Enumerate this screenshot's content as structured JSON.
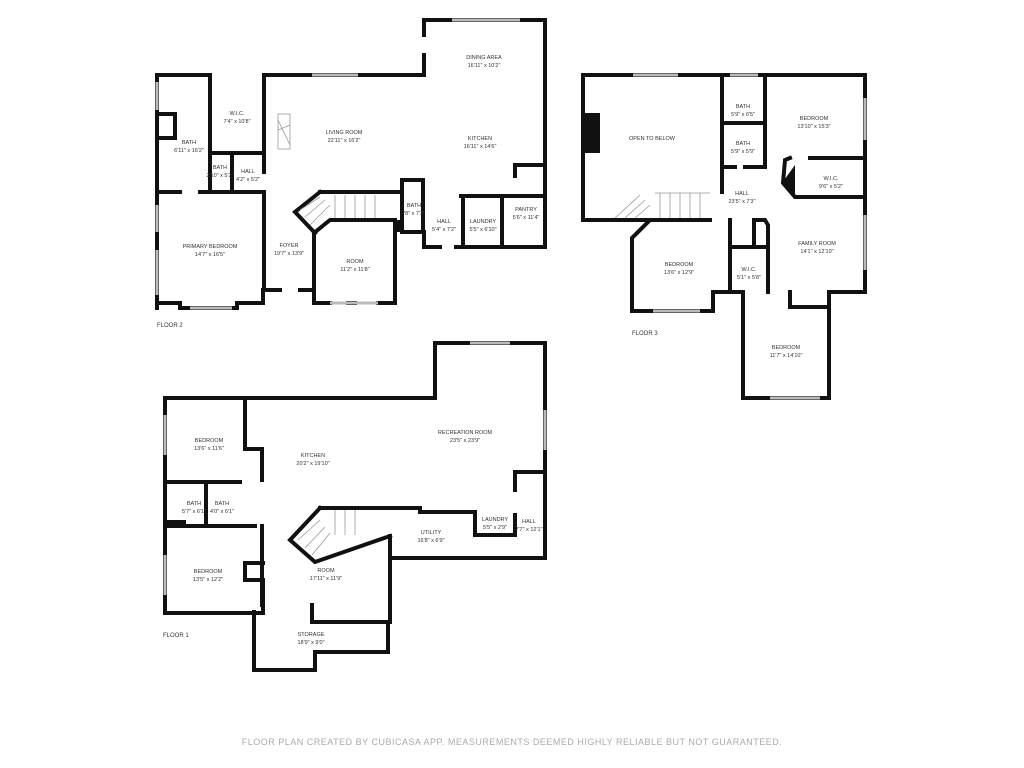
{
  "floors": {
    "floor2": {
      "label": "FLOOR 2",
      "rooms": [
        {
          "name": "DINING AREA",
          "dims": "16'11\" x 10'2\""
        },
        {
          "name": "W.I.C.",
          "dims": "7'4\" x 10'8\""
        },
        {
          "name": "LIVING ROOM",
          "dims": "22'11\" x 16'2\""
        },
        {
          "name": "KITCHEN",
          "dims": "16'11\" x 14'6\""
        },
        {
          "name": "BATH",
          "dims": "6'11\" x 16'2\""
        },
        {
          "name": "BATH",
          "dims": "2'10\" x 5'2\""
        },
        {
          "name": "HALL",
          "dims": "4'2\" x 5'2\""
        },
        {
          "name": "BATH",
          "dims": "*8\" x 7'3\""
        },
        {
          "name": "HALL",
          "dims": "5'4\" x 7'2\""
        },
        {
          "name": "LAUNDRY",
          "dims": "5'5\" x 6'10\""
        },
        {
          "name": "PANTRY",
          "dims": "5'6\" x 11'4\""
        },
        {
          "name": "PRIMARY BEDROOM",
          "dims": "14'7\" x 16'5\""
        },
        {
          "name": "FOYER",
          "dims": "19'7\" x 13'9\""
        },
        {
          "name": "ROOM",
          "dims": "11'2\" x 11'8\""
        }
      ]
    },
    "floor3": {
      "label": "FLOOR 3",
      "rooms": [
        {
          "name": "OPEN TO BELOW",
          "dims": ""
        },
        {
          "name": "BATH",
          "dims": "5'9\" x 6'5\""
        },
        {
          "name": "BATH",
          "dims": "5'9\" x 5'9\""
        },
        {
          "name": "BEDROOM",
          "dims": "13'10\" x 15'3\""
        },
        {
          "name": "W.I.C.",
          "dims": "9'6\" x 5'2\""
        },
        {
          "name": "HALL",
          "dims": "23'5\" x 7'3\""
        },
        {
          "name": "FAMILY ROOM",
          "dims": "14'1\" x 12'10\""
        },
        {
          "name": "BEDROOM",
          "dims": "13'6\" x 12'9\""
        },
        {
          "name": "W.I.C.",
          "dims": "5'1\" x 5'8\""
        },
        {
          "name": "BEDROOM",
          "dims": "11'7\" x 14'10\""
        }
      ]
    },
    "floor1": {
      "label": "FLOOR 1",
      "rooms": [
        {
          "name": "RECREATION ROOM",
          "dims": "23'5\" x 23'9\""
        },
        {
          "name": "BEDROOM",
          "dims": "13'6\" x 11'6\""
        },
        {
          "name": "KITCHEN",
          "dims": "20'2\" x 19'10\""
        },
        {
          "name": "BATH",
          "dims": "5'7\" x 6'1\""
        },
        {
          "name": "BATH",
          "dims": "4'0\" x 6'1\""
        },
        {
          "name": "LAUNDRY",
          "dims": "5'5\" x 2'9\""
        },
        {
          "name": "HALL",
          "dims": "7'7\" x 12'1\""
        },
        {
          "name": "UTILITY",
          "dims": "16'8\" x 6'9\""
        },
        {
          "name": "BEDROOM",
          "dims": "13'5\" x 12'2\""
        },
        {
          "name": "ROOM",
          "dims": "17'11\" x 11'9\""
        },
        {
          "name": "STORAGE",
          "dims": "18'9\" x 9'0\""
        }
      ]
    }
  },
  "footer": "FLOOR PLAN CREATED BY CUBICASA APP. MEASUREMENTS DEEMED HIGHLY RELIABLE BUT NOT GUARANTEED."
}
